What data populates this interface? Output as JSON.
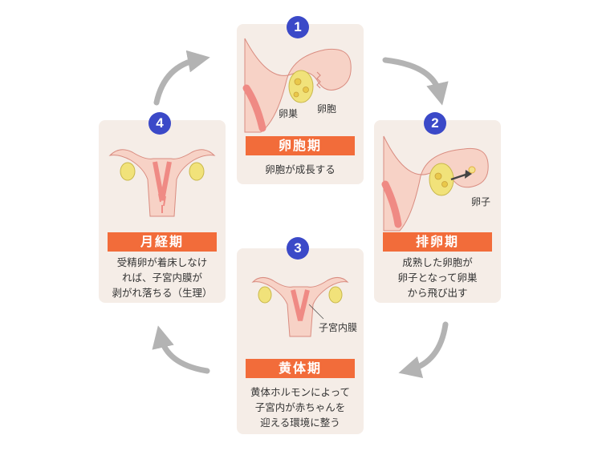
{
  "steps": [
    {
      "number": "1",
      "phase": "卵胞期",
      "desc": "卵胞が成長する",
      "labels": [
        "卵巣",
        "卵胞"
      ]
    },
    {
      "number": "2",
      "phase": "排卵期",
      "desc": "成熟した卵胞が\n卵子となって卵巣\nから飛び出す",
      "labels": [
        "卵子"
      ]
    },
    {
      "number": "3",
      "phase": "黄体期",
      "desc": "黄体ホルモンによって\n子宮内が赤ちゃんを\n迎える環境に整う",
      "labels": [
        "子宮内膜"
      ]
    },
    {
      "number": "4",
      "phase": "月経期",
      "desc": "受精卵が着床しなけ\nれば、子宮内膜が\n剥がれ落ちる（生理）",
      "labels": []
    }
  ],
  "colors": {
    "accent": "#f26c3a",
    "number_bg": "#3b49c8",
    "card_bg": "#f5ede7",
    "arrow": "#b3b3b3",
    "tissue": "#f7d2c6",
    "endometrium": "#ef8a84",
    "ovary": "#f1e27a"
  }
}
